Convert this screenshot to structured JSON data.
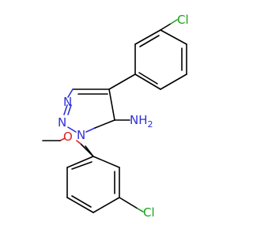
{
  "molecule": {
    "atoms": {
      "cl_top": "Cl",
      "cl_bottom": "Cl",
      "n_a": "N",
      "n_b": "N",
      "n_c": "N",
      "nh_label": "NH",
      "nh_sub": "2",
      "o": "O"
    },
    "colors": {
      "bond": "#000000",
      "nitrogen": "#2f2fd8",
      "chlorine": "#1ba11b",
      "oxygen": "#e02020"
    }
  }
}
